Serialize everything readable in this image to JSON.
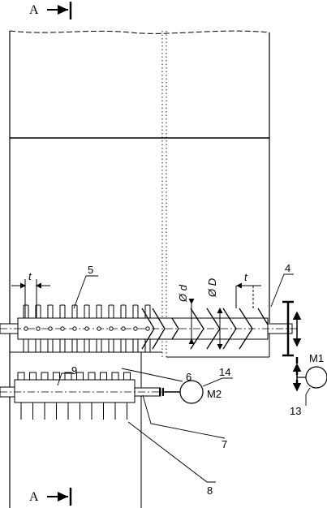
{
  "section_labels": {
    "top": "A",
    "bottom": "A"
  },
  "part_numbers": {
    "p4": "4",
    "p5": "5",
    "p6": "6",
    "p7": "7",
    "p8": "8",
    "p9": "9",
    "p13": "13",
    "p14": "14"
  },
  "motors": {
    "m1": "M1",
    "m2": "M2"
  },
  "dimensions": {
    "pitch_left": "t",
    "pitch_right": "t",
    "shaft_diameter": "Ø d",
    "screw_diameter": "Ø D"
  }
}
